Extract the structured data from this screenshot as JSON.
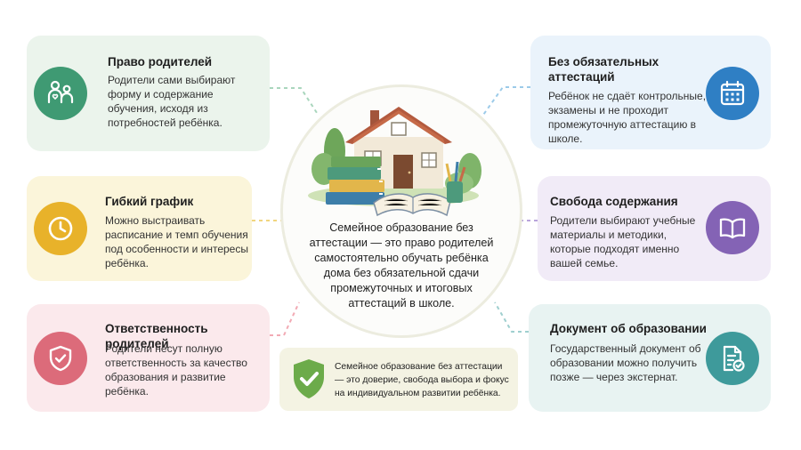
{
  "cards": {
    "parents_right": {
      "title": "Право родителей",
      "text": "Родители сами выбирают форму и содержание обучения, исходя из потребностей ребёнка.",
      "icon": "family-icon",
      "color": "#3f9a73"
    },
    "schedule": {
      "title": "Гибкий график",
      "text": "Можно выстраивать расписание и темп обучения под особенности и интересы ребёнка.",
      "icon": "clock-icon",
      "color": "#e8b22a"
    },
    "responsibility": {
      "title": "Ответственность родителей",
      "text": "Родители несут полную ответственность за качество образования и развитие ребёнка.",
      "icon": "shield-check-icon",
      "color": "#dc6b7a"
    },
    "no_attestation": {
      "title": "Без обязательных аттестаций",
      "text": "Ребёнок не сдаёт контрольные, экзамены и не проходит промежуточную аттестацию в школе.",
      "icon": "calendar-icon",
      "color": "#2f7fc4"
    },
    "content_freedom": {
      "title": "Свобода содержания",
      "text": "Родители выбирают учебные материалы и методики, которые подходят именно вашей семье.",
      "icon": "open-book-icon",
      "color": "#8463b5"
    },
    "document": {
      "title": "Документ об образовании",
      "text": "Государственный документ об образовании можно получить позже — через экстернат.",
      "icon": "document-check-icon",
      "color": "#3e9a9b"
    }
  },
  "center": {
    "text": "Семейное образование без аттестации — это право родителей самостоятельно обучать ребёнка дома без обязательной сдачи промежуточных и итоговых аттестаций в школе.",
    "illustration": "house-books-icon"
  },
  "summary": {
    "text": "Семейное образование без аттестации — это доверие, свобода выбора и фокус на индивидуальном развитии ребёнка.",
    "icon": "shield-check-icon",
    "color": "#6cab4a"
  }
}
